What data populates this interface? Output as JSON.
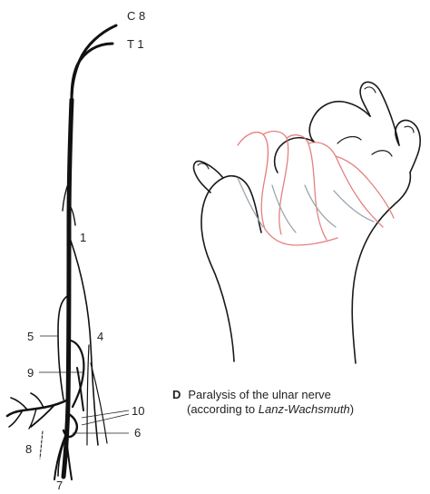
{
  "diagram": {
    "labels": {
      "c8": "C 8",
      "t1": "T 1",
      "n1": "1",
      "n4": "4",
      "n5": "5",
      "n6": "6",
      "n7": "7",
      "n8": "8",
      "n9": "9",
      "n10": "10"
    }
  },
  "caption": {
    "letter": "D",
    "line1": "Paralysis of the ulnar nerve",
    "line2_pre": "(according to ",
    "line2_italic": "Lanz-Wachsmuth",
    "line2_post": ")"
  },
  "colors": {
    "nerve": "#111111",
    "hand_outline": "#1a1a1a",
    "finger_red": "#e06a6a",
    "finger_gray": "#9aa4ac"
  }
}
